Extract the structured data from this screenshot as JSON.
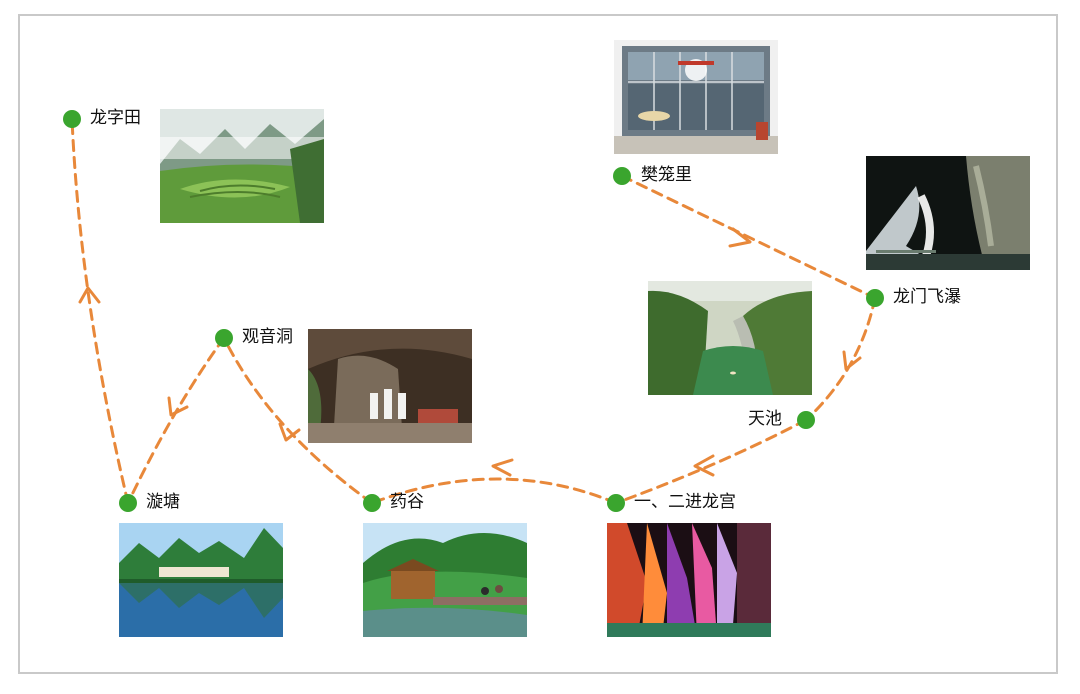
{
  "diagram": {
    "colors": {
      "frame": "#c9c9c9",
      "route_line": "#e8883a",
      "stop_dot": "#3aa52e"
    },
    "stops": [
      {
        "id": "longzitian",
        "label": "龙字田",
        "photo": "terraced fields in a misty karst valley"
      },
      {
        "id": "fanlongli",
        "label": "樊笼里",
        "photo": "glass-front building with a sign"
      },
      {
        "id": "longmen",
        "label": "龙门飞瀑",
        "photo": "waterfall in a dark cave"
      },
      {
        "id": "tianchi",
        "label": "天池",
        "photo": "green lake in a limestone gorge"
      },
      {
        "id": "longgong",
        "label": "一、二进龙宫",
        "photo": "colourfully lit karst cave"
      },
      {
        "id": "yaogu",
        "label": "药谷",
        "photo": "wooden house by a pond in green hills"
      },
      {
        "id": "guanyindong",
        "label": "观音洞",
        "photo": "cave with white statues"
      },
      {
        "id": "xuantang",
        "label": "漩塘",
        "photo": "mountains reflected in calm water"
      }
    ]
  }
}
